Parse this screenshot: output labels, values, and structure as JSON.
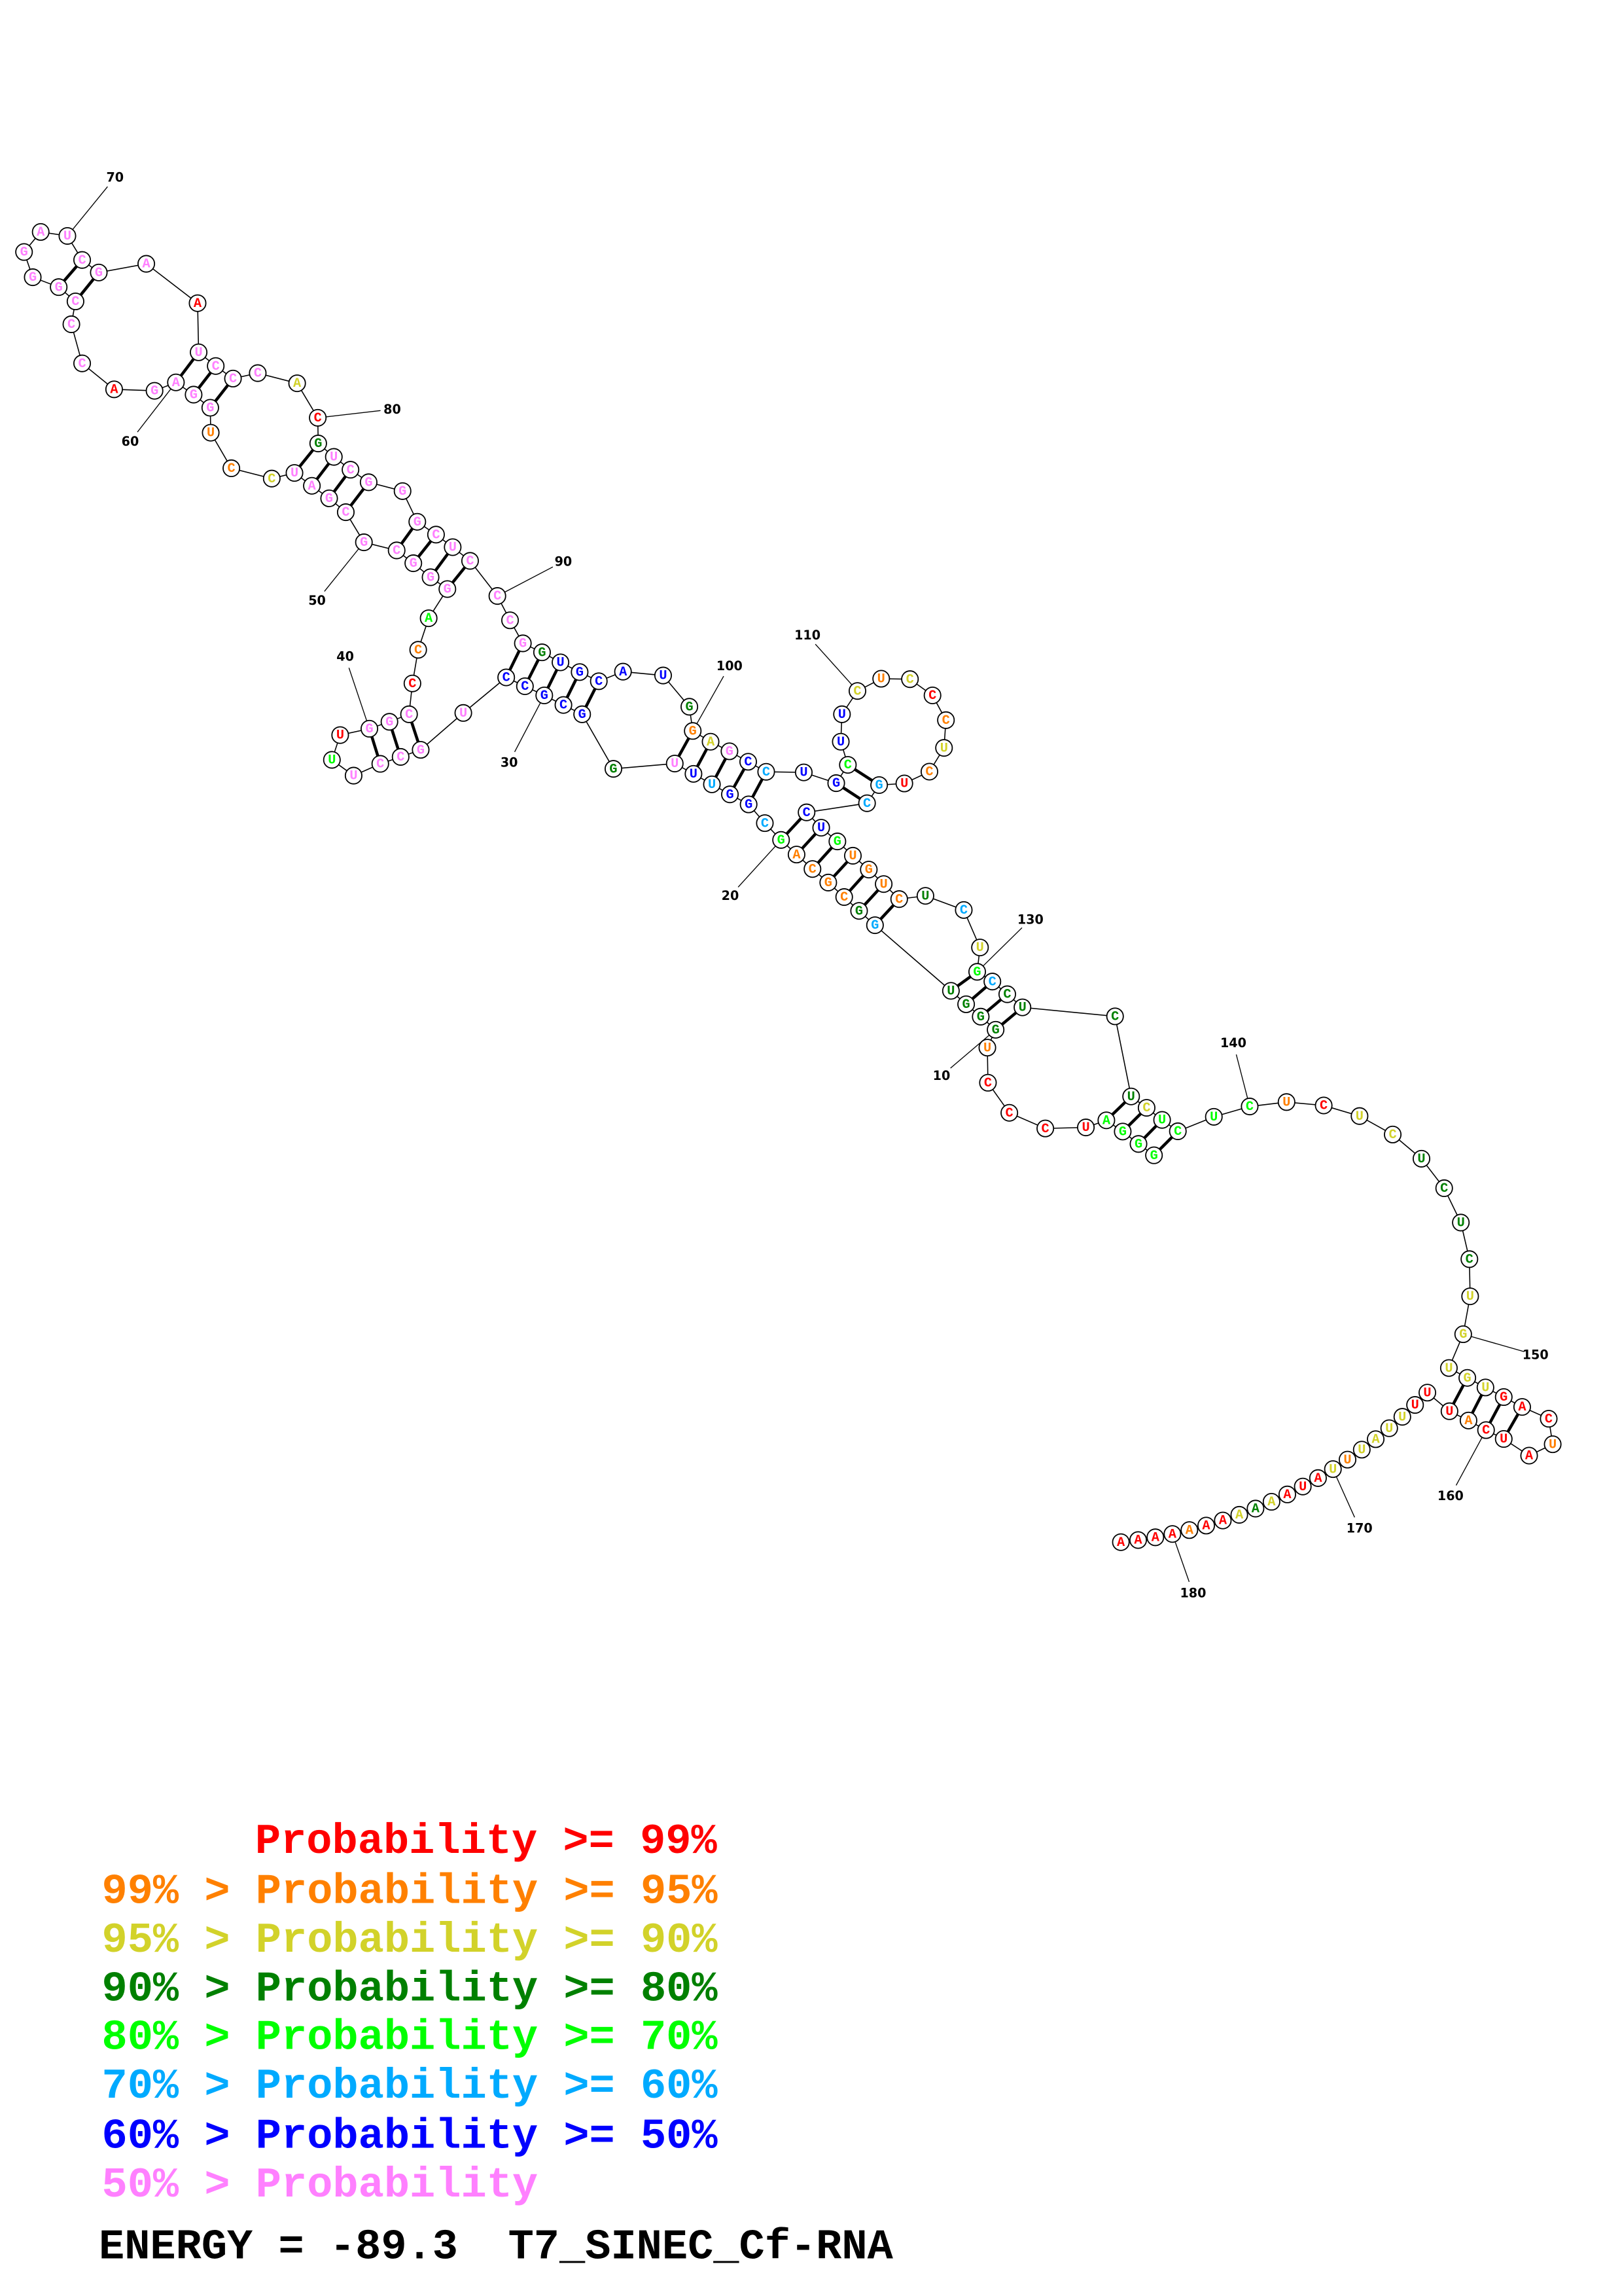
{
  "structure": {
    "sequence": "GGGAUCCCUGGGUGGCGCAGCGGUUUGGCGCCUGCCUUUGGCCCAGGGCGCGAUCCUGGAGACCCGGGAUCGAAUCCCACGUCGGGCUCCCGGUGCAUGGAGCCUGCUUCUCCCUCUGCCUGUGUCUCUGCCUCUCUCUCUCUCUCUCUGUGUGACUAUCAUUUUUAUUUAUAAAAAAAAAAA",
    "probability_classes": "ggggrrrroddddcdoooogcbbcbpdbbbbbpppppgrppprogpppppppppyoopppprppppppppppprppppyrdpppppppppppdbbbbbdoypbcbbgbbyoyroyorccbbgoooodcygcddddyggggoryyddddyyyyyrrrorrrorrryyyyoyrrrydyrrorrrrrr",
    "pairs": [
      [
        1,
        138
      ],
      [
        2,
        137
      ],
      [
        3,
        136
      ],
      [
        4,
        135
      ],
      [
        10,
        133
      ],
      [
        11,
        132
      ],
      [
        12,
        131
      ],
      [
        13,
        130
      ],
      [
        14,
        126
      ],
      [
        15,
        125
      ],
      [
        16,
        124
      ],
      [
        17,
        123
      ],
      [
        18,
        122
      ],
      [
        19,
        121
      ],
      [
        20,
        120
      ],
      [
        22,
        104
      ],
      [
        23,
        103
      ],
      [
        24,
        102
      ],
      [
        25,
        101
      ],
      [
        26,
        100
      ],
      [
        28,
        96
      ],
      [
        29,
        95
      ],
      [
        30,
        94
      ],
      [
        31,
        93
      ],
      [
        32,
        92
      ],
      [
        34,
        42
      ],
      [
        35,
        41
      ],
      [
        36,
        40
      ],
      [
        46,
        89
      ],
      [
        47,
        88
      ],
      [
        48,
        87
      ],
      [
        49,
        86
      ],
      [
        51,
        84
      ],
      [
        52,
        83
      ],
      [
        53,
        82
      ],
      [
        54,
        81
      ],
      [
        58,
        77
      ],
      [
        59,
        76
      ],
      [
        60,
        75
      ],
      [
        65,
        72
      ],
      [
        66,
        71
      ],
      [
        106,
        119
      ],
      [
        107,
        118
      ],
      [
        152,
        162
      ],
      [
        153,
        161
      ],
      [
        154,
        160
      ],
      [
        155,
        159
      ]
    ],
    "position_labels": [
      {
        "text": "10",
        "index": 10
      },
      {
        "text": "20",
        "index": 20
      },
      {
        "text": "30",
        "index": 30
      },
      {
        "text": "40",
        "index": 40
      },
      {
        "text": "50",
        "index": 50
      },
      {
        "text": "60",
        "index": 60
      },
      {
        "text": "70",
        "index": 70
      },
      {
        "text": "80",
        "index": 80
      },
      {
        "text": "90",
        "index": 90
      },
      {
        "text": "100",
        "index": 100
      },
      {
        "text": "110",
        "index": 110
      },
      {
        "text": "130",
        "index": 130
      },
      {
        "text": "140",
        "index": 140
      },
      {
        "text": "150",
        "index": 150
      },
      {
        "text": "160",
        "index": 160
      },
      {
        "text": "170",
        "index": 170
      },
      {
        "text": "180",
        "index": 180
      }
    ]
  },
  "colors": {
    "r": "#ff0000",
    "o": "#ff8000",
    "y": "#d2d22a",
    "d": "#008000",
    "g": "#00ff00",
    "c": "#00aaff",
    "b": "#0000ff",
    "p": "#ff80ff"
  },
  "legend": [
    {
      "prefix": "   ",
      "text": "Probability >= 99%",
      "color": "#ff0000"
    },
    {
      "prefix": "99% > ",
      "text": "Probability >= 95%",
      "color": "#ff8000"
    },
    {
      "prefix": "95% > ",
      "text": "Probability >= 90%",
      "color": "#d2d22a"
    },
    {
      "prefix": "90% > ",
      "text": "Probability >= 80%",
      "color": "#008000"
    },
    {
      "prefix": "80% > ",
      "text": "Probability >= 70%",
      "color": "#00ff00"
    },
    {
      "prefix": "70% > ",
      "text": "Probability >= 60%",
      "color": "#00aaff"
    },
    {
      "prefix": "60% > ",
      "text": "Probability >= 50%",
      "color": "#0000ff"
    },
    {
      "prefix": "50% > ",
      "text": "Probability",
      "color": "#ff80ff"
    }
  ],
  "footer": {
    "energy_label": "ENERGY = -89.3",
    "title": "T7_SINEC_Cf-RNA"
  }
}
